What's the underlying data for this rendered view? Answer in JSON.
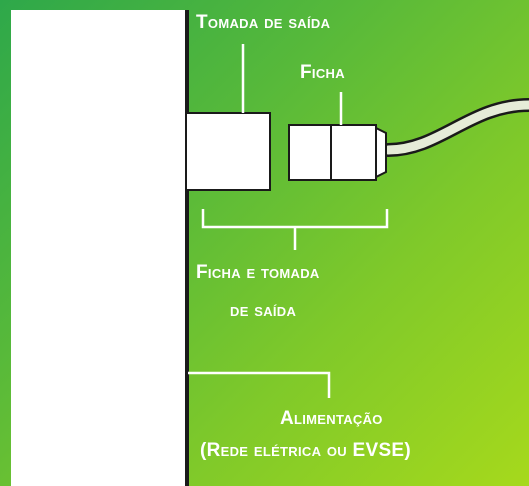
{
  "labels": {
    "socket_outlet": "Tomada de saída",
    "plug": "Ficha",
    "plug_and_socket_line1": "Ficha e tomada",
    "plug_and_socket_line2": "de saída",
    "supply_line1": "Alimentação",
    "supply_line2": "(Rede elétrica ou EVSE)"
  },
  "colors": {
    "background_start": "#2ea84a",
    "background_end": "#a6d91c",
    "wall": "#ffffff",
    "outline": "#1a1a1a",
    "label_text": "#ffffff"
  }
}
